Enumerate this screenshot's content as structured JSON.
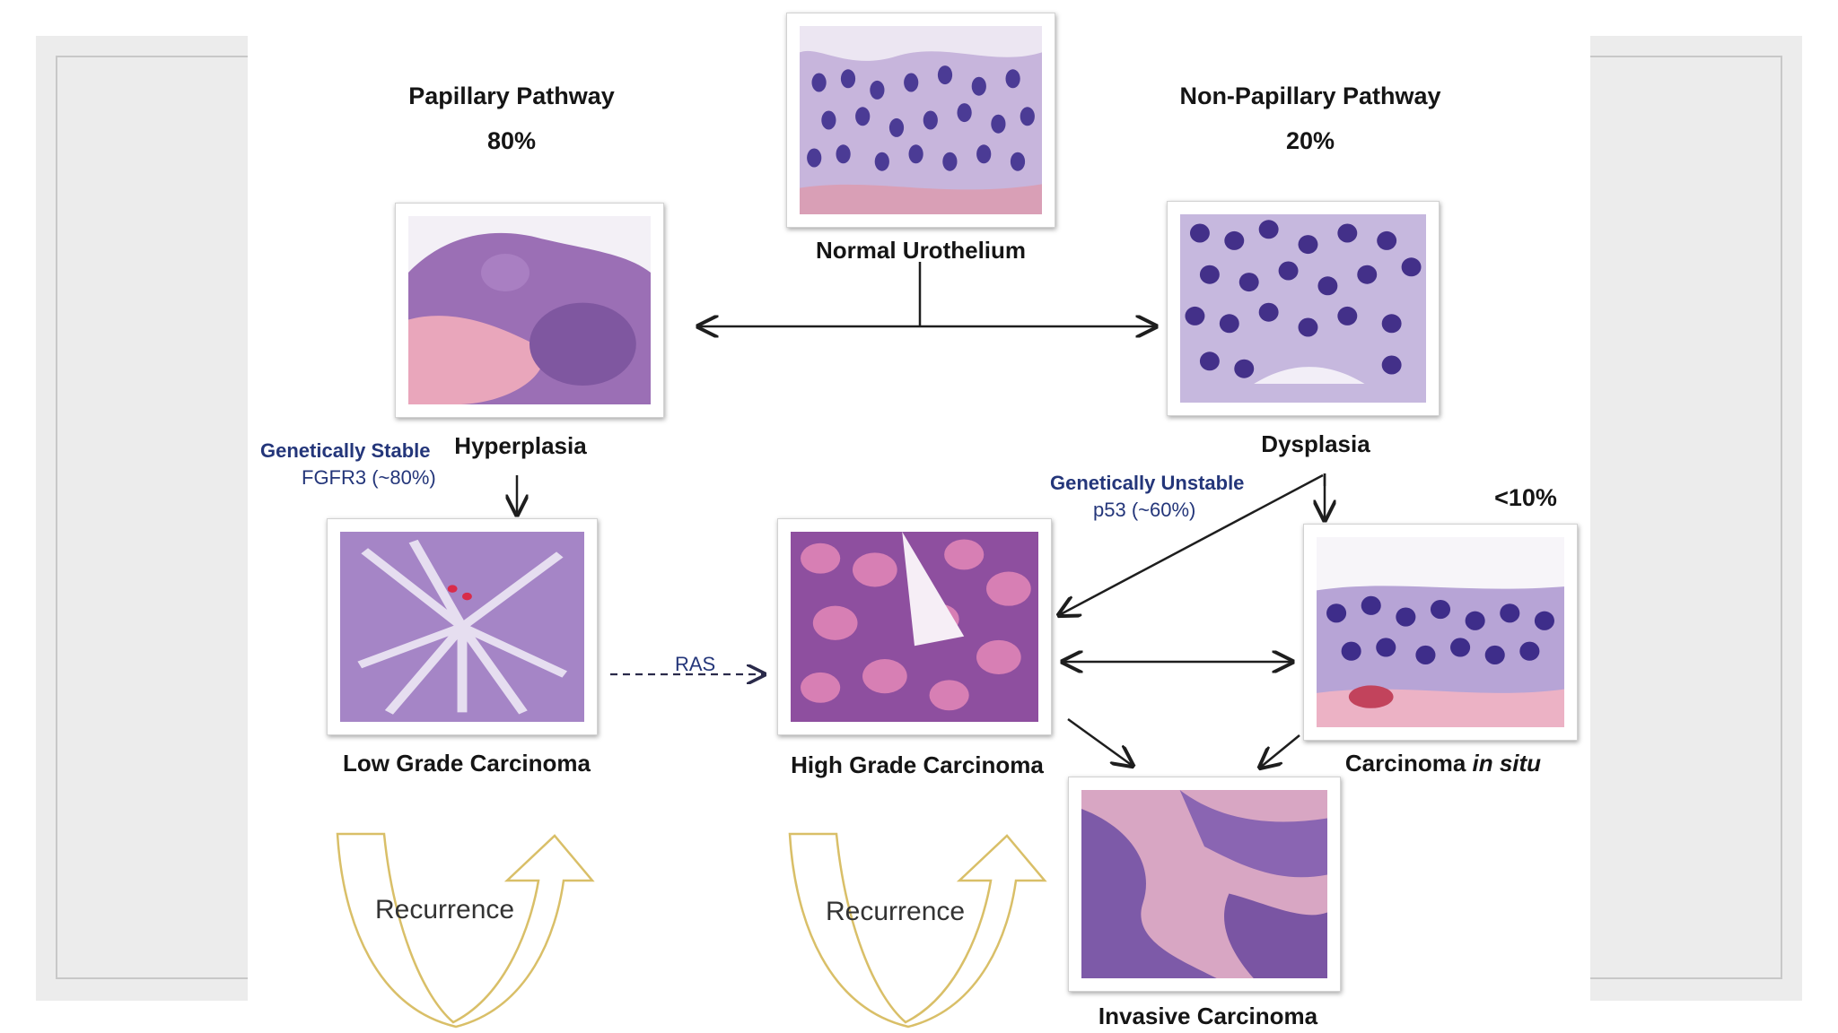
{
  "pathways": {
    "papillary": {
      "title": "Papillary Pathway",
      "percent": "80%"
    },
    "non_papillary": {
      "title": "Non-Papillary Pathway",
      "percent": "20%"
    }
  },
  "stages": {
    "normal": "Normal Urothelium",
    "hyperplasia": "Hyperplasia",
    "dysplasia": "Dysplasia",
    "low_grade": "Low Grade Carcinoma",
    "high_grade": "High Grade Carcinoma",
    "cis_prefix": "Carcinoma ",
    "cis_italic": "in situ",
    "invasive": "Invasive Carcinoma"
  },
  "annotations": {
    "stable_title": "Genetically Stable",
    "stable_marker": "FGFR3 (~80%)",
    "unstable_title": "Genetically Unstable",
    "unstable_marker": "p53 (~60%)",
    "ras": "RAS",
    "cis_percent": "<10%"
  },
  "recurrence": {
    "label": "Recurrence"
  },
  "colors": {
    "arrow": "#1e1e1e",
    "ras_arrow": "#2a2a4a",
    "recurrence_arrow": "#d9bf68",
    "annotation_text": "#24367a",
    "stain_pink": "#e7a6bd",
    "stain_purple": "#8e5aa8",
    "nucleus": "#4b3b95"
  }
}
